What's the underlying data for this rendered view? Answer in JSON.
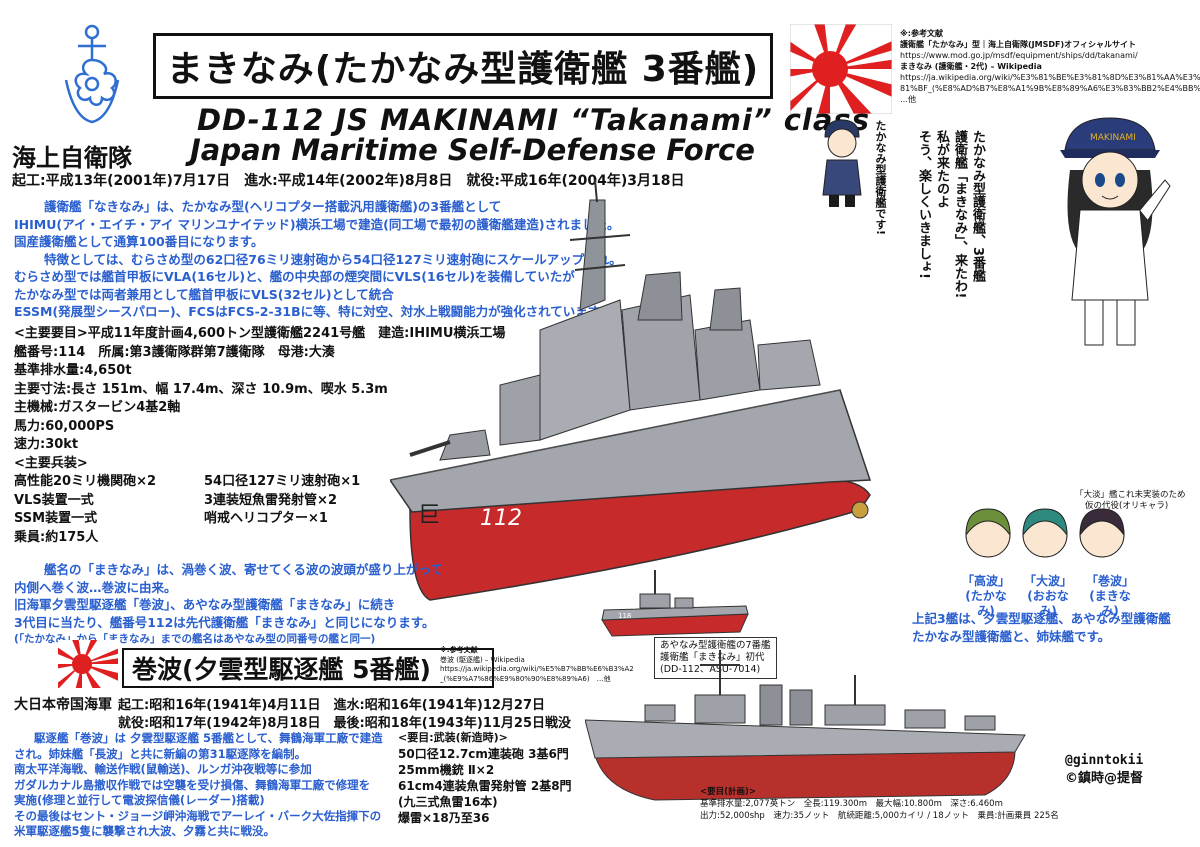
{
  "title": "まきなみ(たかなみ型護衛艦 3番艦)",
  "english_title": "DD-112  JS MAKINAMI   “Takanami” class",
  "jmsdf_ja": "海上自衛隊",
  "jmsdf_en": "Japan Maritime Self-Defense Force",
  "dates": "起工:平成13年(2001年)7月17日　進水:平成14年(2002年)8月8日　就役:平成16年(2004年)3月18日",
  "references": {
    "heading": "※:参考文献",
    "lines": [
      "護衛艦「たかなみ」型｜海上自衛隊(JMSDF)オフィシャルサイト",
      "https://www.mod.go.jp/msdf/equipment/ships/dd/takanami/",
      "まきなみ (護衛艦・2代) – Wikipedia",
      "https://ja.wikipedia.org/wiki/%E3%81%BE%E3%81%8D%E3%81%AA%E3%",
      "81%BF_(%E8%AD%B7%E8%A1%9B%E8%89%A6%E3%83%BB2%E4%BB%A3)",
      "…他"
    ]
  },
  "intro": [
    "護衛艦「なきなみ」は、たかなみ型(ヘリコプター搭載汎用護衛艦)の3番艦として",
    "IHIMU(アイ・エイチ・アイ マリンユナイテッド)横浜工場で建造(同工場で最初の護衛艦建造)されました。",
    "国産護衛艦として通算100番目になります。",
    "特徴としては、むらさめ型の62口径76ミリ速射砲から54口径127ミリ速射砲にスケールアップされ。",
    "むらさめ型では艦首甲板にVLA(16セル)と、艦の中央部の煙突間にVLS(16セル)を装備していたが",
    "たかなみ型では両者兼用として艦首甲板にVLS(32セル)として統合",
    "ESSM(発展型シースパロー)、FCSはFCS-2-31Bに等、特に対空、対水上戦闘能力が強化されています。"
  ],
  "specs": [
    "<主要要目>平成11年度計画4,600トン型護衛艦2241号艦　建造:IHIMU横浜工場",
    "艦番号:114　所属:第3護衛隊群第7護衛隊　母港:大湊",
    "基準排水量:4,650t",
    "主要寸法:長さ 151m、幅 17.4m、深さ 10.9m、喫水 5.3m",
    "主機械:ガスタービン4基2軸",
    "馬力:60,000PS",
    "速力:30kt",
    "<主要兵装>"
  ],
  "weapons": [
    [
      "高性能20ミリ機関砲×2",
      "54口径127ミリ速射砲×1"
    ],
    [
      "VLS装置一式",
      "3連装短魚雷発射管×2"
    ],
    [
      "SSM装置一式",
      "哨戒ヘリコプター×1"
    ]
  ],
  "crew": "乗員:約175人",
  "name_origin": [
    "艦名の「まきなみ」は、渦巻く波、寄せてくる波の波頭が盛り上がって",
    "内側へ巻く波…巻波に由来。",
    "旧海軍夕雲型駆逐艦「巻波」、あやなみ型護衛艦「まきなみ」に続き",
    "3代目に当たり、艦番号112は先代護衛艦「まきなみ」と同じになります。"
  ],
  "name_note": "(「たかなみ」から「まきなみ」までの艦名はあやなみ型の同番号の艦と同一)",
  "speech_small": "たかなみ型護衛艦です!",
  "speech_main": [
    "たかなみ型護衛艦、3番艦",
    "護衛艦「まきなみ」、来たわ!",
    "私が来たのよ",
    "そう、楽しくいきましょ!"
  ],
  "cap_text": "MAKINAMI",
  "hull_number": "112",
  "kanji_bow": "巨",
  "old_hull_number": "118",
  "ayanami_note": {
    "title": "あやなみ型護衛艦の7番艦",
    "line2": "護衛艦「まきなみ」初代",
    "line3": "(DD-112、ASU-7014)"
  },
  "ooshio_note": [
    "「大淡」艦これ未実装のため",
    "仮の代役(オリキャラ)"
  ],
  "sisters": [
    {
      "name": "「高波」",
      "reading": "(たかなみ)"
    },
    {
      "name": "「大波」",
      "reading": "(おおなみ)"
    },
    {
      "name": "「巻波」",
      "reading": "(まきなみ)"
    }
  ],
  "sisters_note": [
    "上記3艦は、夕雲型駆逐艦、あやなみ型護衛艦",
    "たかなみ型護衛艦と、姉妹艦です。"
  ],
  "makinami_old": {
    "title": "巻波(夕雲型駆逐艦 5番艦)",
    "ref_heading": "※:参考文献",
    "ref_lines": [
      "巻波 (駆逐艦) – Wikipedia",
      "https://ja.wikipedia.org/wiki/%E5%B7%BB%E6%B3%A2",
      "_(%E9%A7%86%E9%80%90%E8%89%A6)　…他"
    ],
    "navy": "大日本帝国海軍",
    "dates1": "起工:昭和16年(1941年)4月11日　進水:昭和16年(1941年)12月27日",
    "dates2": "就役:昭和17年(1942年)8月18日　最後:昭和18年(1943年)11月25日戦没",
    "history": [
      "駆逐艦「巻波」は 夕雲型駆逐艦 5番艦として、舞鶴海軍工廠で建造",
      "され。姉妹艦「長波」と共に新編の第31駆逐隊を編制。",
      "南太平洋海戦、輸送作戦(鼠輸送)、ルンガ沖夜戦等に参加",
      "ガダルカナル島撤収作戦では空襲を受け損傷、舞鶴海軍工廠で修理を",
      "実施(修理と並行して電波探信儀(レーダー)搭載)",
      "その最後はセント・ジョージ岬沖海戦でアーレイ・バーク大佐指揮下の",
      "米軍駆逐艦5隻に襲撃され大波、夕霧と共に戦没。"
    ],
    "armament_heading": "<要目:武装(新造時)>",
    "armament": [
      "50口径12.7cm連装砲 3基6門",
      "25mm機銃 Ⅱ×2",
      "61cm4連装魚雷発射管 2基8門",
      "(九三式魚雷16本)",
      "爆雷×18乃至36"
    ],
    "plan_heading": "<要目(計画)>",
    "plan_line1": "基準排水量:2,077英トン　全長:119.300m　最大幅:10.800m　深さ:6.460m",
    "plan_line2": "出力:52,000shp　速力:35ノット　航続距離:5,000カイリ / 18ノット　乗員:計画乗員 225名"
  },
  "signature": {
    "handle": "@ginntokii",
    "name": "©鎮時@提督"
  },
  "colors": {
    "blue_text": "#2a5fcf",
    "hull_gray": "#9ea2a8",
    "hull_red": "#c62a2a",
    "flag_red": "#e02020"
  }
}
